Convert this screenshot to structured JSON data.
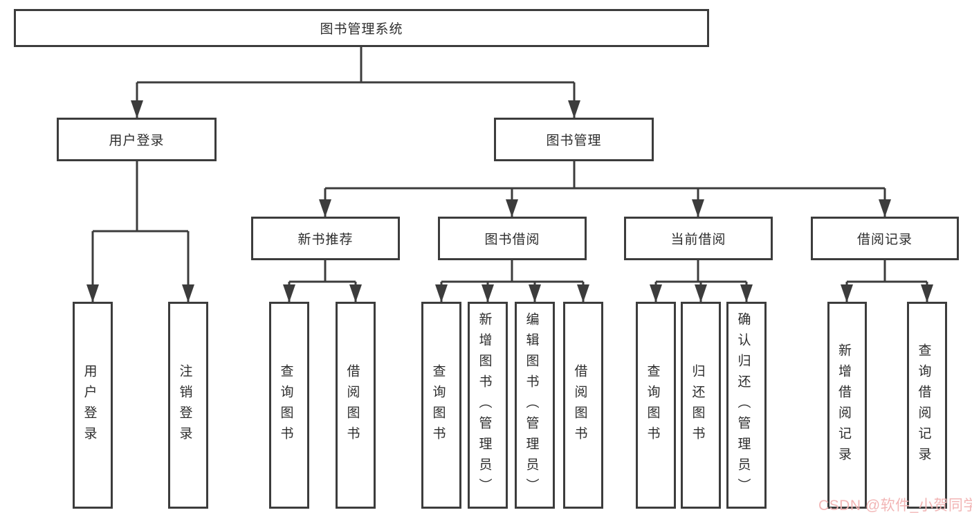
{
  "diagram_title": "图书管理系统",
  "tree": {
    "root": {
      "label": "图书管理系统"
    },
    "branches": [
      {
        "label": "用户登录",
        "children": [
          {
            "label": "用户登录"
          },
          {
            "label": "注销登录"
          }
        ]
      },
      {
        "label": "图书管理",
        "children": [
          {
            "label": "新书推荐",
            "children": [
              {
                "label": "查询图书"
              },
              {
                "label": "借阅图书"
              }
            ]
          },
          {
            "label": "图书借阅",
            "children": [
              {
                "label": "查询图书"
              },
              {
                "label": "新增图书（管理员）"
              },
              {
                "label": "编辑图书（管理员）"
              },
              {
                "label": "借阅图书"
              }
            ]
          },
          {
            "label": "当前借阅",
            "children": [
              {
                "label": "查询图书"
              },
              {
                "label": "归还图书"
              },
              {
                "label": "确认归还（管理员）"
              }
            ]
          },
          {
            "label": "借阅记录",
            "children": [
              {
                "label": "新增借阅记录"
              },
              {
                "label": "查询借阅记录"
              }
            ]
          }
        ]
      }
    ]
  },
  "watermark": {
    "text": "CSDN @软件_小贺同学",
    "color": "#f2b5b5"
  },
  "colors": {
    "line": "#3c3c3c",
    "border": "#3c3c3c",
    "text": "#2d2d2d",
    "background": "#ffffff"
  }
}
